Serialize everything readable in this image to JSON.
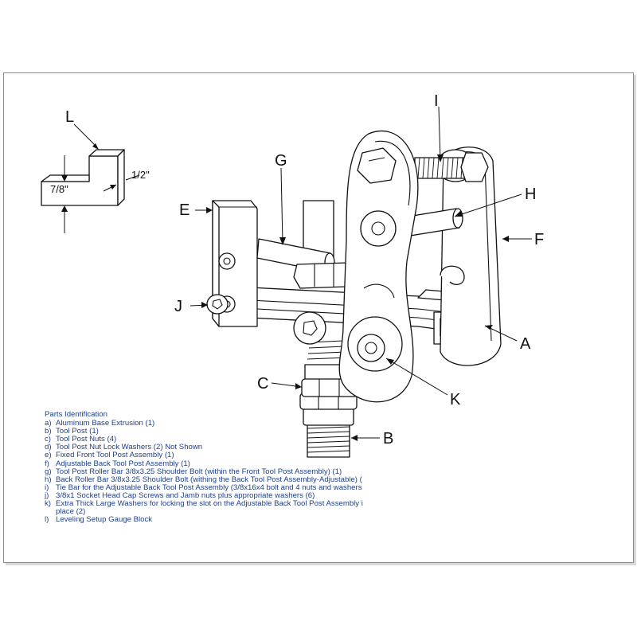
{
  "gauge_block": {
    "label": "L",
    "height_dim": "7/8\"",
    "step_dim": "1/2\""
  },
  "callouts": {
    "A": "A",
    "B": "B",
    "C": "C",
    "E": "E",
    "F": "F",
    "G": "G",
    "H": "H",
    "I": "I",
    "J": "J",
    "K": "K"
  },
  "parts": {
    "heading": "Parts Identification",
    "items": [
      {
        "key": "a)",
        "text": "Aluminum Base Extrusion (1)"
      },
      {
        "key": "b)",
        "text": "Tool Post (1)"
      },
      {
        "key": "c)",
        "text": "Tool Post Nuts (4)"
      },
      {
        "key": "d)",
        "text": "Tool Post Nut Lock Washers (2) Not Shown"
      },
      {
        "key": "e)",
        "text": "Fixed Front Tool Post Assembly (1)"
      },
      {
        "key": "f)",
        "text": "Adjustable Back Tool Post Assembly (1)"
      },
      {
        "key": "g)",
        "text": "Tool Post Roller Bar 3/8x3.25 Shoulder Bolt (within the Front Tool Post Assembly) (1)"
      },
      {
        "key": "h)",
        "text": "Back Roller Bar 3/8x3.25 Shoulder Bolt (withing the Back Tool Post Assembly-Adjustable) ("
      },
      {
        "key": "i)",
        "text": "Tie Bar for the Adjustable Back Tool Post Assembly (3/8x16x4 bolt and 4 nuts and washers"
      },
      {
        "key": "j)",
        "text": "3/8x1 Socket Head Cap Screws and Jamb nuts plus appropriate washers (6)"
      },
      {
        "key": "k)",
        "text": "Extra Thick Large Washers for locking the slot on the Adjustable Back Tool Post Assembly i"
      },
      {
        "key": "",
        "text": "place (2)"
      },
      {
        "key": "l)",
        "text": "Leveling Setup Gauge Block"
      }
    ]
  },
  "colors": {
    "line": "#111111",
    "parts_text": "#1f3f88",
    "frame": "#8a8a8a"
  }
}
